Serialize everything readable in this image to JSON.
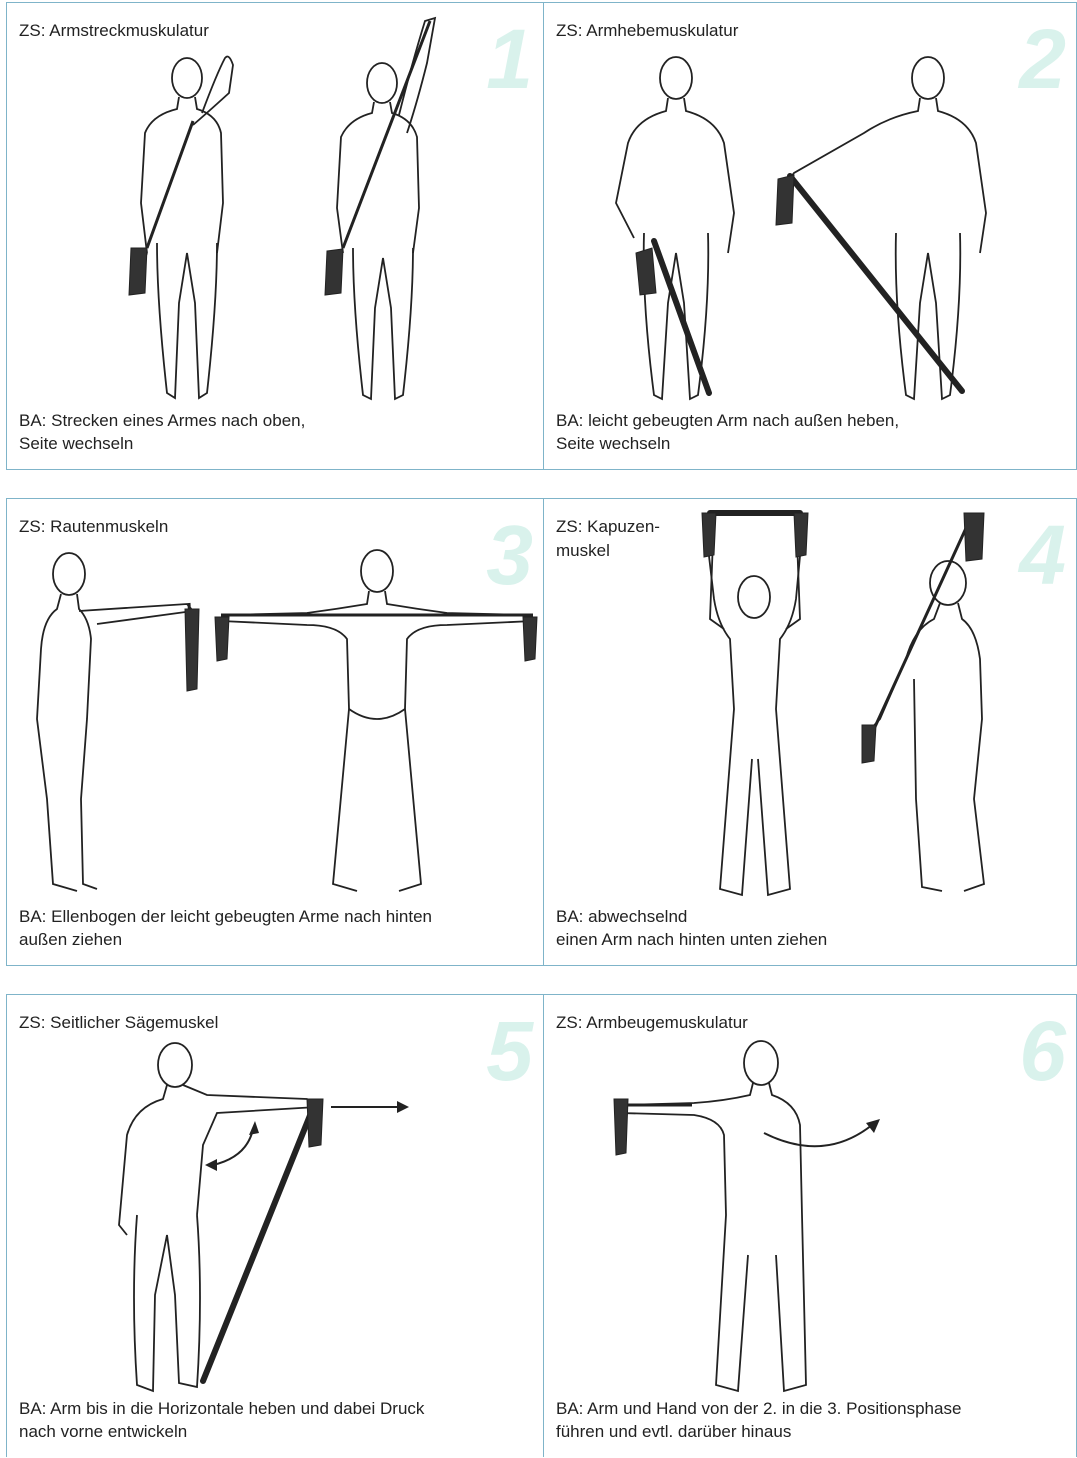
{
  "panels": [
    {
      "number": "1",
      "zs": "ZS: Armstreckmuskulatur",
      "ba": "BA: Strecken eines Armes nach oben,\nSeite wechseln"
    },
    {
      "number": "2",
      "zs": "ZS: Armhebemuskulatur",
      "ba": "BA: leicht gebeugten Arm nach außen heben,\nSeite wechseln"
    },
    {
      "number": "3",
      "zs": "ZS: Rautenmuskeln",
      "ba": "BA: Ellenbogen der leicht gebeugten Arme nach hinten\naußen ziehen"
    },
    {
      "number": "4",
      "zs": "ZS: Kapuzen-\nmuskel",
      "ba": "BA: abwechselnd\neinen Arm nach hinten unten ziehen"
    },
    {
      "number": "5",
      "zs": "ZS: Seitlicher Sägemuskel",
      "ba": "BA: Arm bis in die Horizontale heben und dabei Druck\nnach vorne entwickeln"
    },
    {
      "number": "6",
      "zs": "ZS: Armbeugemuskulatur",
      "ba": "BA: Arm und Hand von der 2. in die 3. Positionsphase\nführen und evtl. darüber hinaus"
    }
  ],
  "colors": {
    "border": "#7fb4c9",
    "number": "#d9f2ec",
    "figure": "#222222"
  }
}
